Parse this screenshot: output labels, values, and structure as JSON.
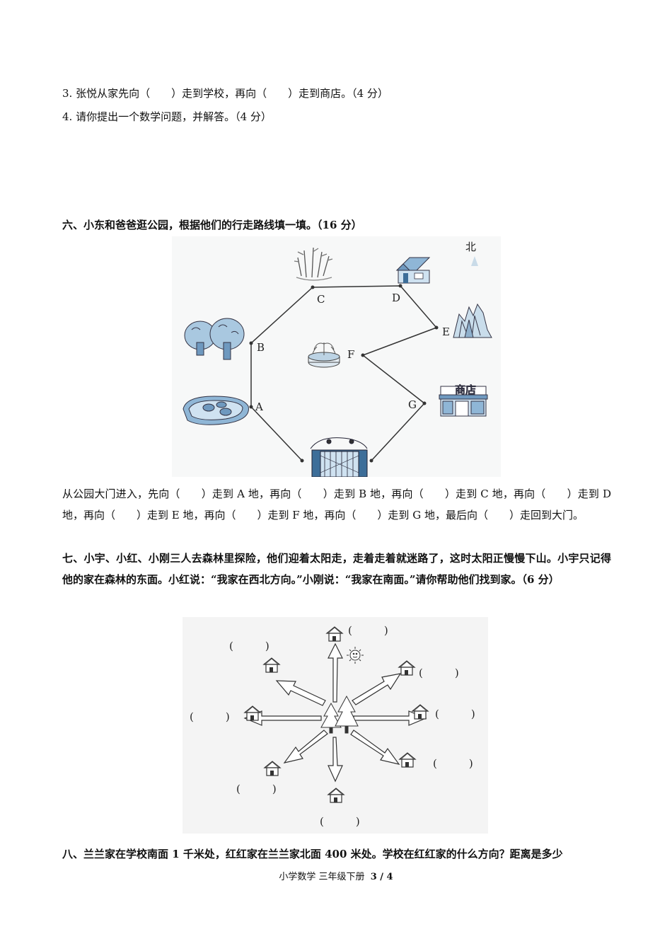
{
  "q5": {
    "item3": "3. 张悦从家先向（　　）走到学校，再向（　　）走到商店。（4 分）",
    "item4": "4. 请你提出一个数学问题，并解答。（4 分）"
  },
  "q6": {
    "heading": "六、小东和爸爸逛公园，根据他们的行走路线填一填。（16 分）",
    "map": {
      "north": "北",
      "shop_sign": "商店",
      "points": [
        "A",
        "B",
        "C",
        "D",
        "E",
        "F",
        "G"
      ]
    },
    "fill_text": "从公园大门进入，先向（　　）走到 A 地，再向（　　）走到 B 地，再向（　　）走到 C 地，再向（　　）走到 D 地，再向（　　）走到 E 地，再向（　　）走到 F 地，再向（　　）走到 G 地，最后向（　　）走回到大门。"
  },
  "q7": {
    "text": "七、小宇、小红、小刚三人去森林里探险，他们迎着太阳走，走着走着就迷路了，这时太阳正慢慢下山。小宇只记得他的家在森林的东面。小红说：“我家在西北方向。”小刚说：“我家在南面。”请你帮助他们找到家。（6 分）",
    "blank": "(　　　)"
  },
  "q8": {
    "text": "八、兰兰家在学校南面 1 千米处，红红家在兰兰家北面 400 米处。学校在红红家的什么方向？距离是多少"
  },
  "footer": {
    "text": "小学数学 三年级下册",
    "page": "3 / 4"
  }
}
